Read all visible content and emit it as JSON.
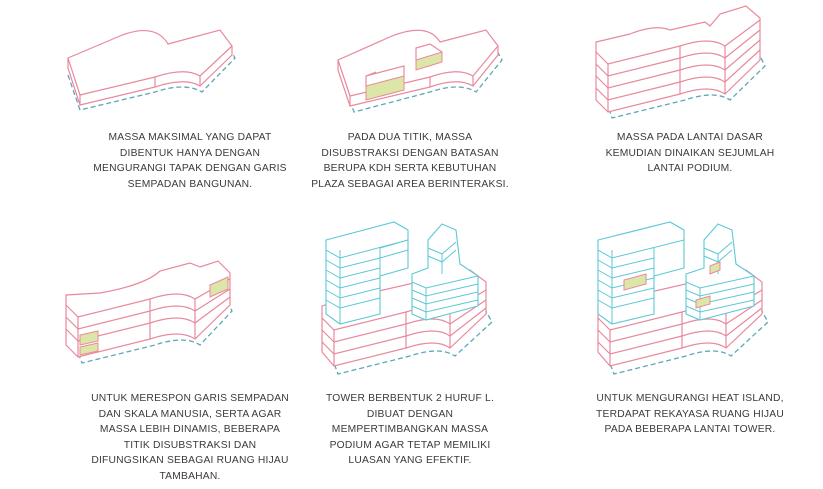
{
  "colors": {
    "podium_line": "#e8899b",
    "tower_line": "#5cc8d6",
    "setback_dash": "#5fa7b8",
    "green_space": "#dbe6a8",
    "text": "#3a3a3a"
  },
  "steps": [
    {
      "caption": "MASSA MAKSIMAL YANG DAPAT\nDIBENTUK HANYA DENGAN\nMENGURANGI TAPAK DENGAN GARIS\nSEMPADAN BANGUNAN."
    },
    {
      "caption": "PADA DUA TITIK, MASSA\nDISUBSTRAKSI DENGAN BATASAN\nBERUPA KDH SERTA KEBUTUHAN\nPLAZA SEBAGAI AREA BERINTERAKSI."
    },
    {
      "caption": "MASSA PADA LANTAI DASAR\nKEMUDIAN DINAIKAN SEJUMLAH\nLANTAI PODIUM."
    },
    {
      "caption": "UNTUK MERESPON GARIS SEMPADAN\nDAN SKALA MANUSIA, SERTA AGAR\nMASSA LEBIH DINAMIS, BEBERAPA\nTITIK DISUBSTRAKSI DAN\nDIFUNGSIKAN SEBAGAI RUANG HIJAU\nTAMBAHAN."
    },
    {
      "caption": "TOWER BERBENTUK 2 HURUF L.\nDIBUAT DENGAN\nMEMPERTIMBANGKAN MASSA\nPODIUM AGAR TETAP MEMILIKI\nLUASAN YANG EFEKTIF."
    },
    {
      "caption": "UNTUK MENGURANGI HEAT ISLAND,\nTERDAPAT REKAYASA RUANG HIJAU\nPADA  BEBERAPA LANTAI TOWER."
    }
  ]
}
